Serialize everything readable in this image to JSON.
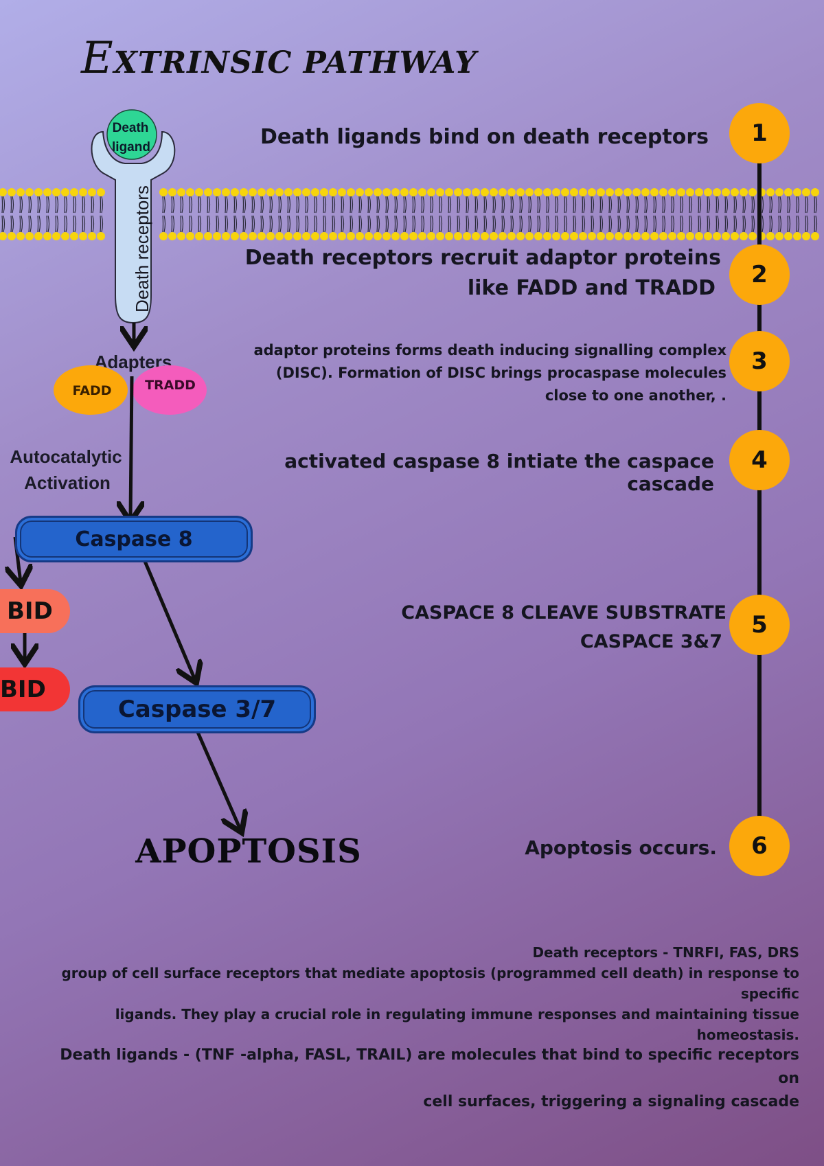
{
  "title": {
    "first_letter": "E",
    "rest": "XTRINSIC PATHWAY"
  },
  "receptor": {
    "ligand_label_1": "Death",
    "ligand_label_2": "ligand",
    "label": "Death receptors"
  },
  "adapters": {
    "label": "Adapters",
    "fadd": "FADD",
    "tradd": "TRADD"
  },
  "autocatalytic": {
    "line1": "Autocatalytic",
    "line2": "Activation"
  },
  "caspase8": "Caspase 8",
  "caspase37": "Caspase 3/7",
  "bid": {
    "top": "BID",
    "bottom": "BID"
  },
  "apoptosis": "APOPTOSIS",
  "steps": [
    {
      "number": "1",
      "lines": [
        "Death ligands bind on death receptors"
      ]
    },
    {
      "number": "2",
      "lines": [
        "Death receptors recruit adaptor proteins",
        "like FADD and TRADD"
      ]
    },
    {
      "number": "3",
      "lines": [
        "adaptor proteins forms death inducing signalling complex",
        "(DISC). Formation of DISC brings procaspase molecules",
        "close to one another, ."
      ]
    },
    {
      "number": "4",
      "lines": [
        "activated caspase 8 intiate the caspace cascade"
      ]
    },
    {
      "number": "5",
      "lines": [
        "CASPACE 8 CLEAVE SUBSTRATE",
        "CASPACE 3&7"
      ]
    },
    {
      "number": "6",
      "lines": [
        "Apoptosis occurs."
      ]
    }
  ],
  "notes": {
    "receptors": {
      "heading": "Death receptors - TNRFI, FAS, DRS",
      "line1": "group of cell surface receptors that mediate apoptosis (programmed cell death) in response to specific",
      "line2": "ligands. They play a crucial role in regulating immune responses and maintaining tissue homeostasis."
    },
    "ligands": {
      "line1": "Death ligands - (TNF -alpha, FASL, TRAIL) are molecules that bind to specific receptors on",
      "line2": "cell surfaces, triggering a signaling cascade"
    }
  },
  "colors": {
    "step_circle": "#fca80b",
    "caspase": "#2464cc",
    "fadd": "#fca80b",
    "tradd": "#f45cbc",
    "bid_top": "#f7705a",
    "bid_bottom": "#f23535",
    "ligand": "#2ed695",
    "receptor": "#c7dcf3",
    "membrane_head": "#f7d40d"
  }
}
